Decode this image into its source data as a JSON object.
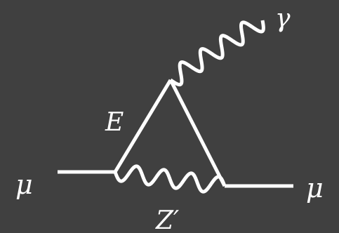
{
  "diagram": {
    "background_color": "#404040",
    "line_color": "#ffffff",
    "labels": {
      "muon_in": "μ",
      "muon_out": "μ",
      "photon": "γ",
      "fermion": "E",
      "boson": "Z′"
    }
  }
}
